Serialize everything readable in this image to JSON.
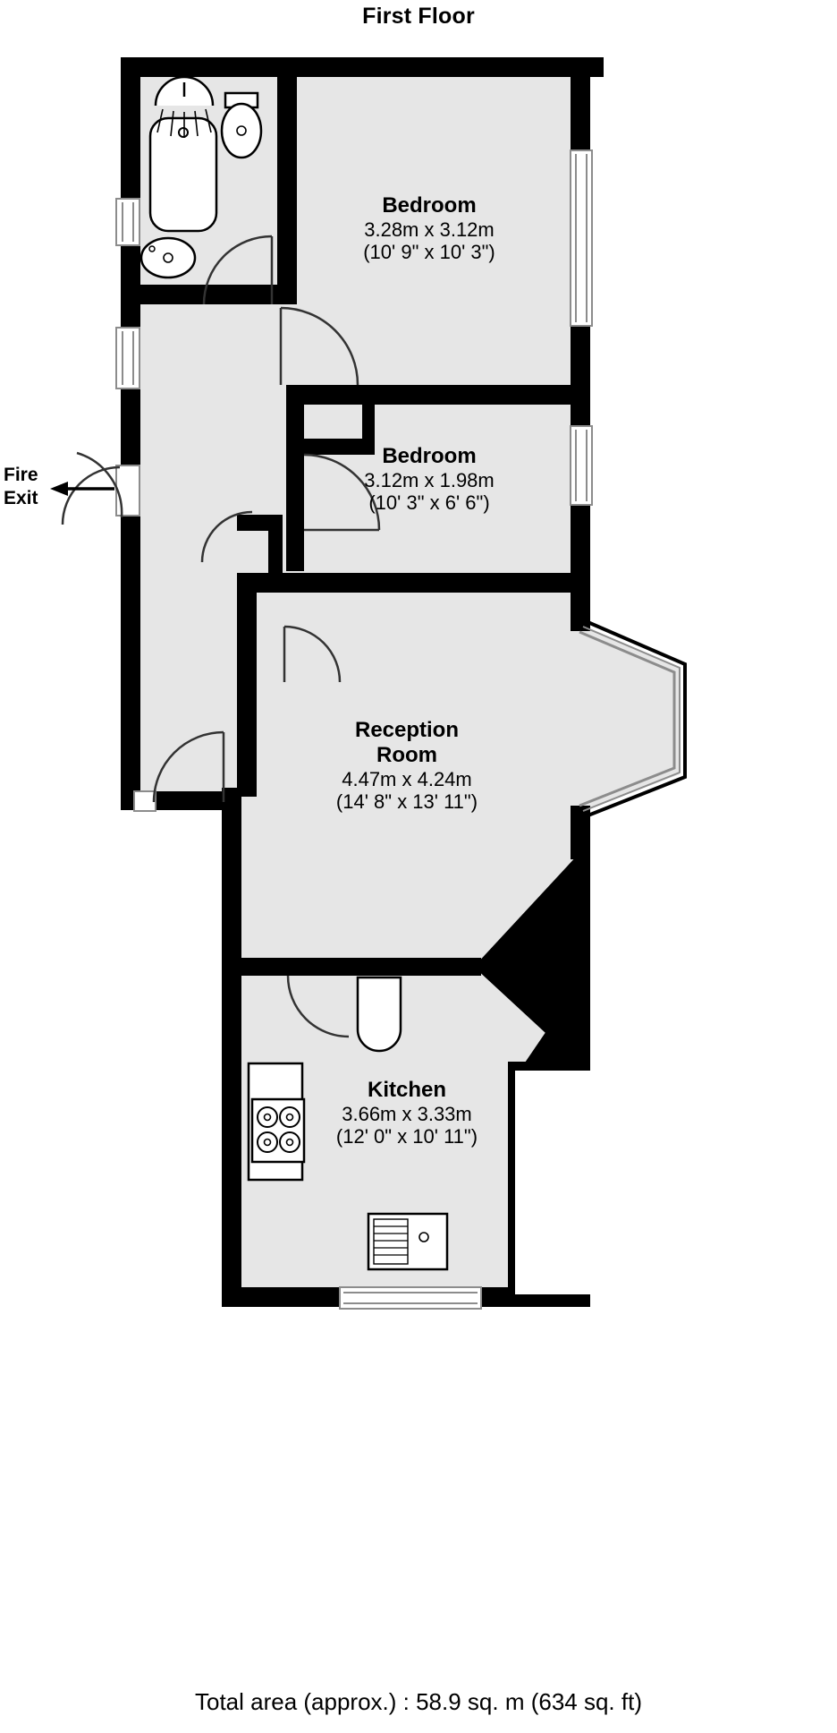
{
  "title": "First Floor",
  "footer": {
    "total_area": "Total area (approx.) : 58.9 sq. m (634 sq. ft)"
  },
  "annotations": {
    "fire_exit_line1": "Fire",
    "fire_exit_line2": "Exit"
  },
  "colors": {
    "wall": "#000000",
    "floor": "#e6e6e6",
    "fixture_fill": "#ffffff",
    "fixture_stroke": "#000000",
    "window_frame": "#8c8c8c",
    "page_background": "#ffffff",
    "text": "#000000"
  },
  "rooms": [
    {
      "name": "Bedroom",
      "metric": "3.28m x 3.12m",
      "imperial": "(10' 9\" x 10' 3\")",
      "name_lines": [
        "Bedroom"
      ]
    },
    {
      "name": "Bedroom",
      "metric": "3.12m x 1.98m",
      "imperial": "(10' 3\" x 6' 6\")",
      "name_lines": [
        "Bedroom"
      ]
    },
    {
      "name": "Reception Room",
      "metric": "4.47m x 4.24m",
      "imperial": "(14' 8\" x 13' 11\")",
      "name_lines": [
        "Reception",
        "Room"
      ]
    },
    {
      "name": "Kitchen",
      "metric": "3.66m x 3.33m",
      "imperial": "(12' 0\" x 10' 11\")",
      "name_lines": [
        "Kitchen"
      ]
    }
  ],
  "fixtures": [
    "bathtub",
    "shower-head",
    "toilet",
    "wash-basin",
    "kitchen-hob",
    "kitchen-sink",
    "cupboard",
    "bay-window"
  ]
}
